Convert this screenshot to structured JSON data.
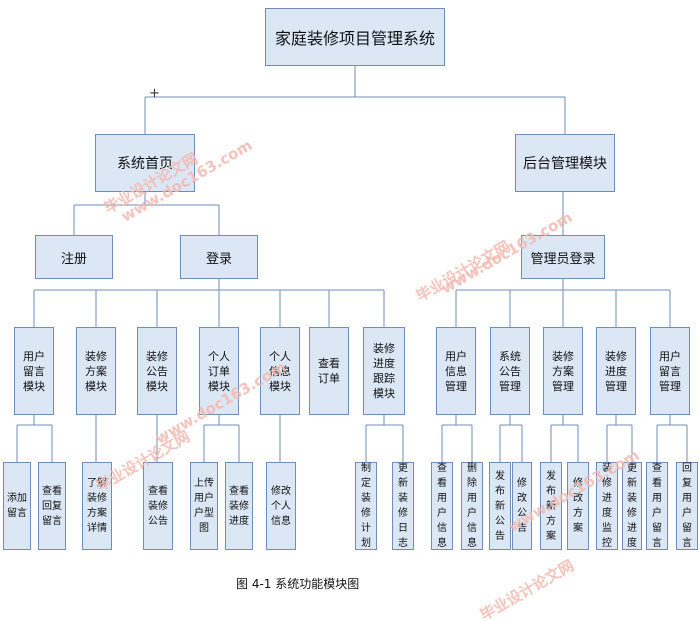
{
  "root": "家庭装修项目管理系统",
  "front": "系统首页",
  "back": "后台管理模块",
  "register": "注册",
  "login": "登录",
  "admin_login": "管理员登录",
  "front_modules": [
    "用户\n留言\n模块",
    "装修\n方案\n模块",
    "装修\n公告\n模块",
    "个人\n订单\n模块",
    "个人\n信息\n模块",
    "查看\n订单",
    "装修\n进度\n跟踪\n模块"
  ],
  "back_modules": [
    "用户\n信息\n管理",
    "系统\n公告\n管理",
    "装修\n方案\n管理",
    "装修\n进度\n管理",
    "用户\n留言\n管理"
  ],
  "leaves": [
    "添加\n留言",
    "查看\n回复\n留言",
    "了解\n装修\n方案\n详情",
    "查看\n装修\n公告",
    "上传\n用户\n户型\n图",
    "查看\n装修\n进度",
    "修改\n个人\n信息",
    "制\n定\n装\n修\n计\n划",
    "更\n新\n装\n修\n日\n志",
    "查\n看\n用\n户\n信\n息",
    "删\n除\n用\n户\n信\n息",
    "发\n布\n新\n公\n告",
    "修\n改\n公\n告",
    "发\n布\n新\n方\n案",
    "修\n改\n方\n案",
    "装\n修\n进\n度\n监\n控",
    "更\n新\n装\n修\n进\n度",
    "查\n看\n用\n户\n留\n言",
    "回\n复\n用\n户\n留\n言"
  ],
  "caption": "图 4-1  系统功能模块图",
  "watermarks": [
    "毕业设计论文网",
    "www.doc163.com"
  ],
  "marker": "+",
  "colors": {
    "box_fill": "#dbe7f5",
    "box_border": "#6f8db8",
    "line": "#6f8db8",
    "watermark": "#f4b9b0"
  }
}
